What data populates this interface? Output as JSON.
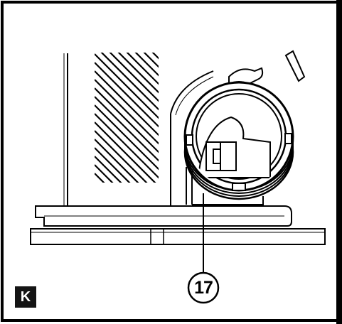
{
  "panel": {
    "label": "K"
  },
  "callout": {
    "number": "17",
    "part": "lens-ring"
  },
  "colors": {
    "line": "#000000",
    "background": "#ffffff",
    "badge": "#141414"
  }
}
